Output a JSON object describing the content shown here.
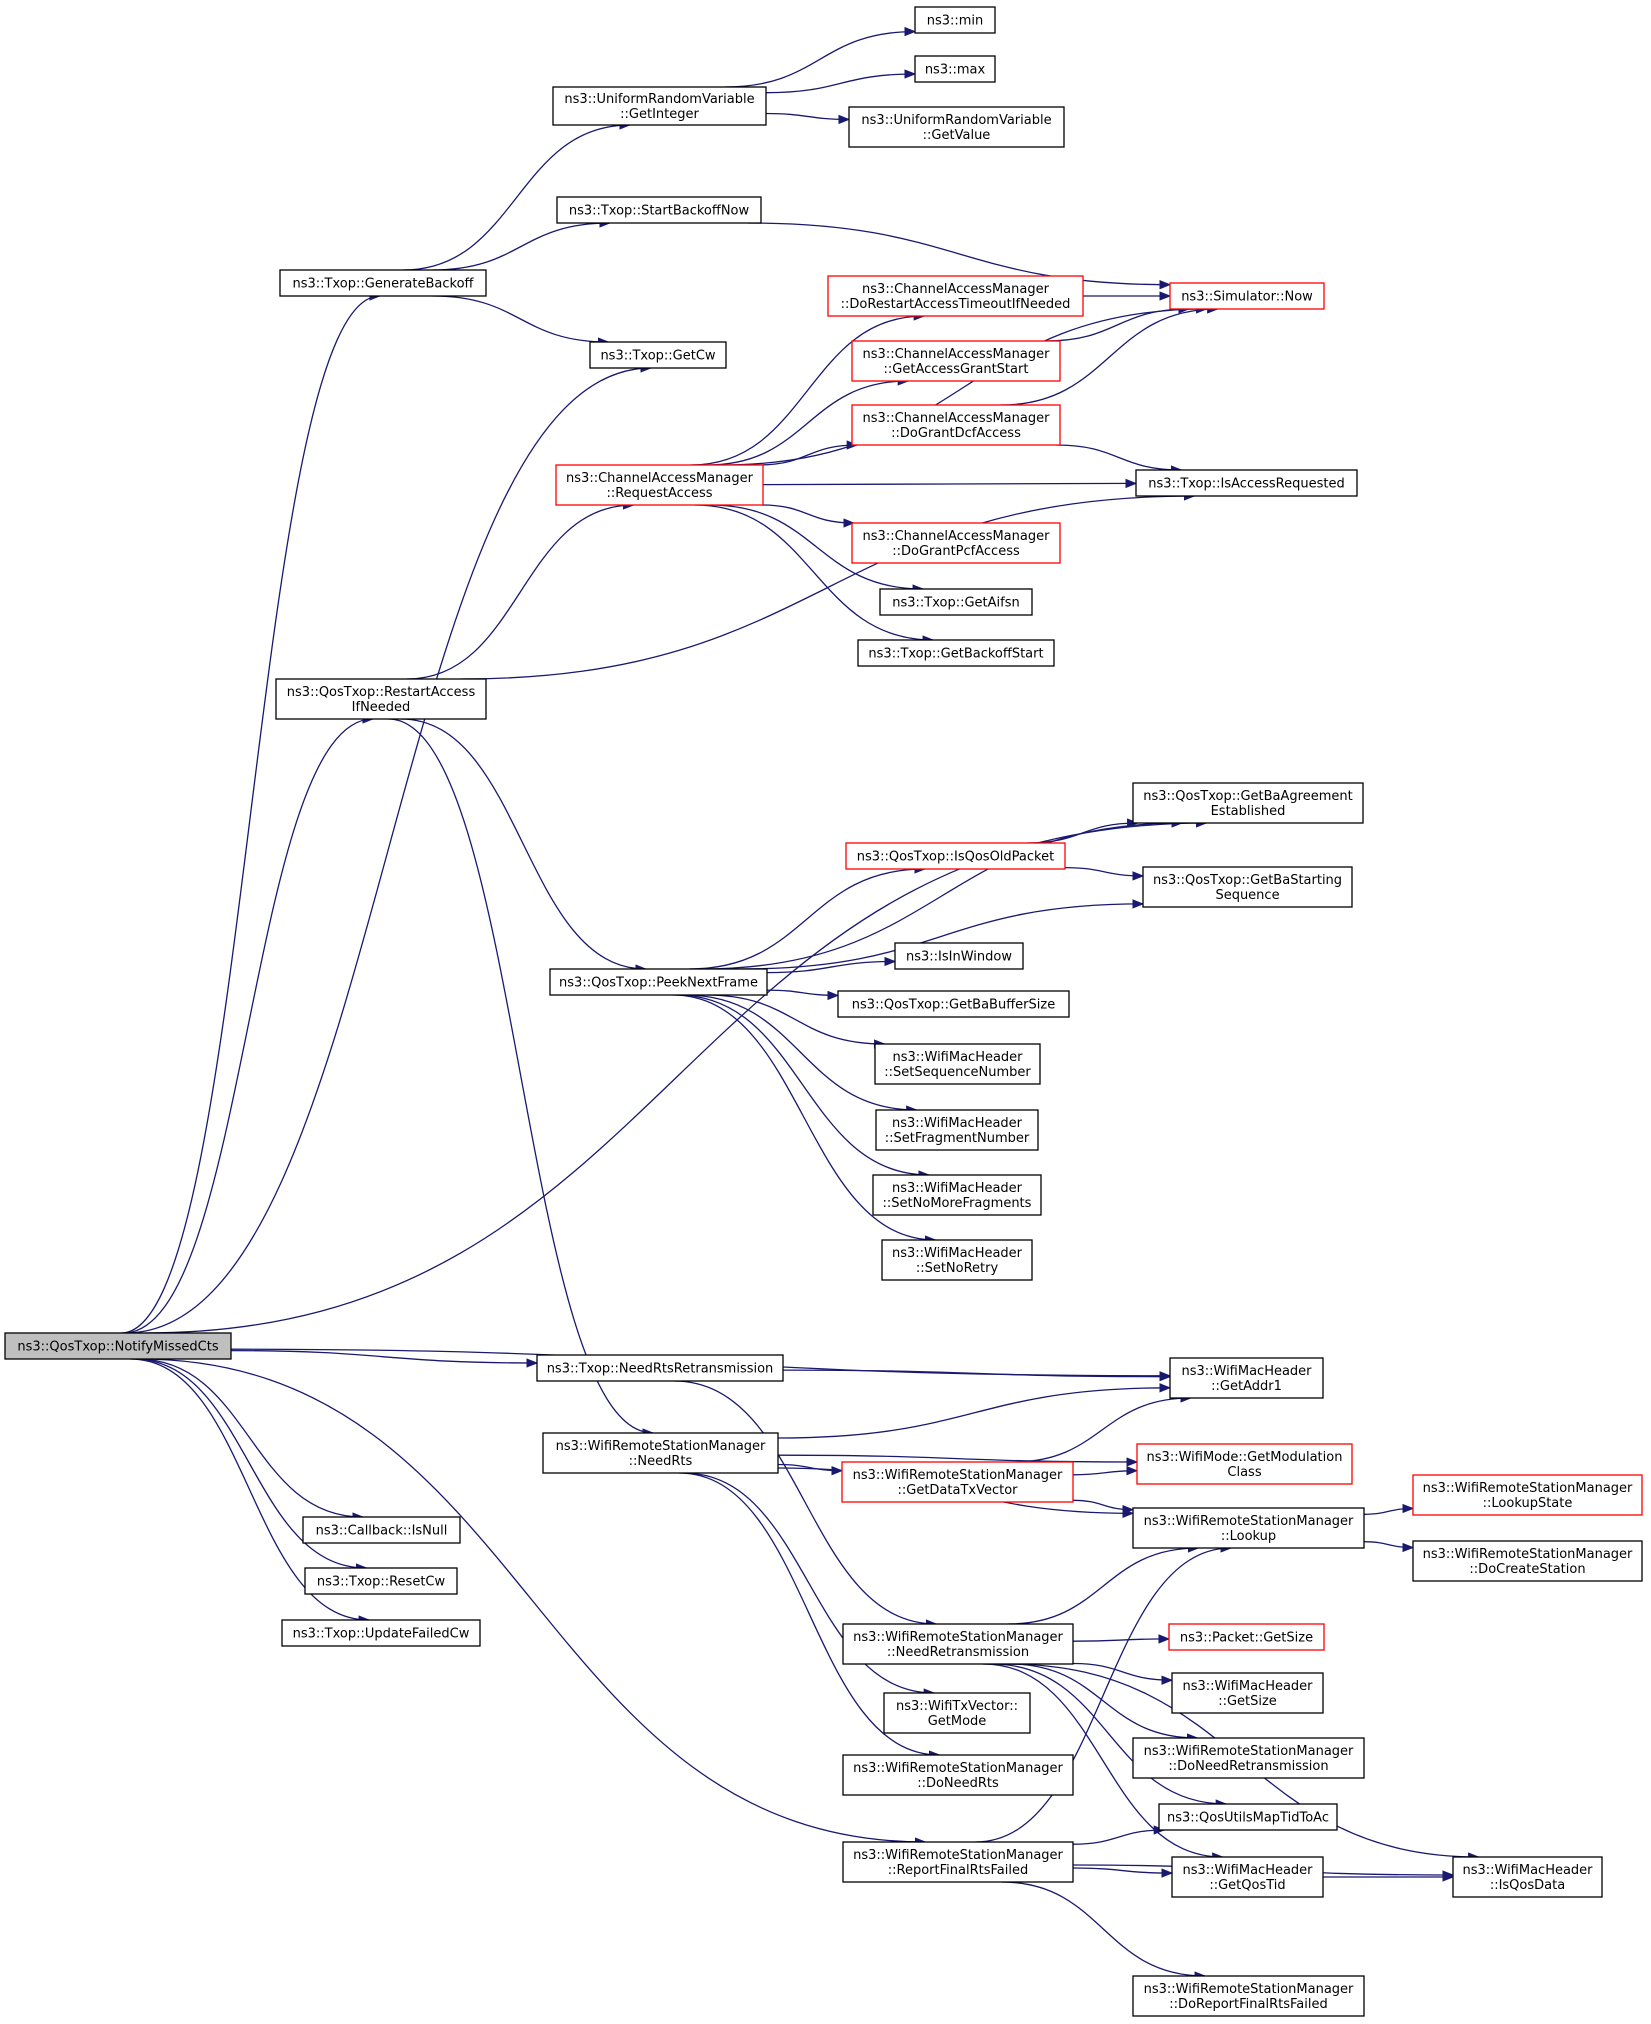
{
  "graph": {
    "nodes": [
      {
        "id": "root",
        "lines": [
          "ns3::QosTxop::NotifyMissedCts"
        ],
        "style": "root"
      },
      {
        "id": "genBackoff",
        "lines": [
          "ns3::Txop::GenerateBackoff"
        ],
        "style": "normal"
      },
      {
        "id": "uniGetInt",
        "lines": [
          "ns3::UniformRandomVariable",
          "::GetInteger"
        ],
        "style": "normal"
      },
      {
        "id": "min",
        "lines": [
          "ns3::min"
        ],
        "style": "normal"
      },
      {
        "id": "max",
        "lines": [
          "ns3::max"
        ],
        "style": "normal"
      },
      {
        "id": "uniGetVal",
        "lines": [
          "ns3::UniformRandomVariable",
          "::GetValue"
        ],
        "style": "normal"
      },
      {
        "id": "startBackoff",
        "lines": [
          "ns3::Txop::StartBackoffNow"
        ],
        "style": "normal"
      },
      {
        "id": "simNow",
        "lines": [
          "ns3::Simulator::Now"
        ],
        "style": "red"
      },
      {
        "id": "getCw",
        "lines": [
          "ns3::Txop::GetCw"
        ],
        "style": "normal"
      },
      {
        "id": "doRestart",
        "lines": [
          "ns3::ChannelAccessManager",
          "::DoRestartAccessTimeoutIfNeeded"
        ],
        "style": "red"
      },
      {
        "id": "getGrantStart",
        "lines": [
          "ns3::ChannelAccessManager",
          "::GetAccessGrantStart"
        ],
        "style": "red"
      },
      {
        "id": "doGrantDcf",
        "lines": [
          "ns3::ChannelAccessManager",
          "::DoGrantDcfAccess"
        ],
        "style": "red"
      },
      {
        "id": "reqAccess",
        "lines": [
          "ns3::ChannelAccessManager",
          "::RequestAccess"
        ],
        "style": "red"
      },
      {
        "id": "isAccessReq",
        "lines": [
          "ns3::Txop::IsAccessRequested"
        ],
        "style": "normal"
      },
      {
        "id": "doGrantPcf",
        "lines": [
          "ns3::ChannelAccessManager",
          "::DoGrantPcfAccess"
        ],
        "style": "red"
      },
      {
        "id": "getAifsn",
        "lines": [
          "ns3::Txop::GetAifsn"
        ],
        "style": "normal"
      },
      {
        "id": "getBackoffStart",
        "lines": [
          "ns3::Txop::GetBackoffStart"
        ],
        "style": "normal"
      },
      {
        "id": "restartAccess",
        "lines": [
          "ns3::QosTxop::RestartAccess",
          "IfNeeded"
        ],
        "style": "normal"
      },
      {
        "id": "getBaAgree",
        "lines": [
          "ns3::QosTxop::GetBaAgreement",
          "Established"
        ],
        "style": "normal"
      },
      {
        "id": "isQosOld",
        "lines": [
          "ns3::QosTxop::IsQosOldPacket"
        ],
        "style": "red"
      },
      {
        "id": "getBaStart",
        "lines": [
          "ns3::QosTxop::GetBaStarting",
          "Sequence"
        ],
        "style": "normal"
      },
      {
        "id": "peekNext",
        "lines": [
          "ns3::QosTxop::PeekNextFrame"
        ],
        "style": "normal"
      },
      {
        "id": "isInWindow",
        "lines": [
          "ns3::IsInWindow"
        ],
        "style": "normal"
      },
      {
        "id": "getBaBuf",
        "lines": [
          "ns3::QosTxop::GetBaBufferSize"
        ],
        "style": "normal"
      },
      {
        "id": "setSeq",
        "lines": [
          "ns3::WifiMacHeader",
          "::SetSequenceNumber"
        ],
        "style": "normal"
      },
      {
        "id": "setFrag",
        "lines": [
          "ns3::WifiMacHeader",
          "::SetFragmentNumber"
        ],
        "style": "normal"
      },
      {
        "id": "setNoMore",
        "lines": [
          "ns3::WifiMacHeader",
          "::SetNoMoreFragments"
        ],
        "style": "normal"
      },
      {
        "id": "setNoRetry",
        "lines": [
          "ns3::WifiMacHeader",
          "::SetNoRetry"
        ],
        "style": "normal"
      },
      {
        "id": "needRtsRetx",
        "lines": [
          "ns3::Txop::NeedRtsRetransmission"
        ],
        "style": "normal"
      },
      {
        "id": "getAddr1",
        "lines": [
          "ns3::WifiMacHeader",
          "::GetAddr1"
        ],
        "style": "normal"
      },
      {
        "id": "needRts",
        "lines": [
          "ns3::WifiRemoteStationManager",
          "::NeedRts"
        ],
        "style": "normal"
      },
      {
        "id": "getDataTx",
        "lines": [
          "ns3::WifiRemoteStationManager",
          "::GetDataTxVector"
        ],
        "style": "red"
      },
      {
        "id": "getModClass",
        "lines": [
          "ns3::WifiMode::GetModulation",
          "Class"
        ],
        "style": "red"
      },
      {
        "id": "lookup",
        "lines": [
          "ns3::WifiRemoteStationManager",
          "::Lookup"
        ],
        "style": "normal"
      },
      {
        "id": "lookupState",
        "lines": [
          "ns3::WifiRemoteStationManager",
          "::LookupState"
        ],
        "style": "red"
      },
      {
        "id": "doCreate",
        "lines": [
          "ns3::WifiRemoteStationManager",
          "::DoCreateStation"
        ],
        "style": "normal"
      },
      {
        "id": "cbIsNull",
        "lines": [
          "ns3::Callback::IsNull"
        ],
        "style": "normal"
      },
      {
        "id": "resetCw",
        "lines": [
          "ns3::Txop::ResetCw"
        ],
        "style": "normal"
      },
      {
        "id": "updFailedCw",
        "lines": [
          "ns3::Txop::UpdateFailedCw"
        ],
        "style": "normal"
      },
      {
        "id": "needRetx",
        "lines": [
          "ns3::WifiRemoteStationManager",
          "::NeedRetransmission"
        ],
        "style": "normal"
      },
      {
        "id": "pktGetSize",
        "lines": [
          "ns3::Packet::GetSize"
        ],
        "style": "red"
      },
      {
        "id": "hdrGetSize",
        "lines": [
          "ns3::WifiMacHeader",
          "::GetSize"
        ],
        "style": "normal"
      },
      {
        "id": "getMode",
        "lines": [
          "ns3::WifiTxVector::",
          "GetMode"
        ],
        "style": "normal"
      },
      {
        "id": "doNeedRetx",
        "lines": [
          "ns3::WifiRemoteStationManager",
          "::DoNeedRetransmission"
        ],
        "style": "normal"
      },
      {
        "id": "doNeedRts",
        "lines": [
          "ns3::WifiRemoteStationManager",
          "::DoNeedRts"
        ],
        "style": "normal"
      },
      {
        "id": "mapTid",
        "lines": [
          "ns3::QosUtilsMapTidToAc"
        ],
        "style": "normal"
      },
      {
        "id": "reportFinal",
        "lines": [
          "ns3::WifiRemoteStationManager",
          "::ReportFinalRtsFailed"
        ],
        "style": "normal"
      },
      {
        "id": "getQosTid",
        "lines": [
          "ns3::WifiMacHeader",
          "::GetQosTid"
        ],
        "style": "normal"
      },
      {
        "id": "isQosData",
        "lines": [
          "ns3::WifiMacHeader",
          "::IsQosData"
        ],
        "style": "normal"
      },
      {
        "id": "doReportFinal",
        "lines": [
          "ns3::WifiRemoteStationManager",
          "::DoReportFinalRtsFailed"
        ],
        "style": "normal"
      }
    ],
    "edges": [
      [
        "root",
        "genBackoff"
      ],
      [
        "root",
        "getCw"
      ],
      [
        "root",
        "restartAccess"
      ],
      [
        "root",
        "getBaAgree"
      ],
      [
        "root",
        "getAddr1"
      ],
      [
        "root",
        "needRtsRetx"
      ],
      [
        "root",
        "cbIsNull"
      ],
      [
        "root",
        "resetCw"
      ],
      [
        "root",
        "updFailedCw"
      ],
      [
        "root",
        "reportFinal"
      ],
      [
        "genBackoff",
        "uniGetInt"
      ],
      [
        "genBackoff",
        "startBackoff"
      ],
      [
        "genBackoff",
        "getCw"
      ],
      [
        "uniGetInt",
        "min"
      ],
      [
        "uniGetInt",
        "max"
      ],
      [
        "uniGetInt",
        "uniGetVal"
      ],
      [
        "startBackoff",
        "simNow"
      ],
      [
        "reqAccess",
        "simNow"
      ],
      [
        "reqAccess",
        "doRestart"
      ],
      [
        "reqAccess",
        "getGrantStart"
      ],
      [
        "reqAccess",
        "doGrantDcf"
      ],
      [
        "reqAccess",
        "isAccessReq"
      ],
      [
        "reqAccess",
        "doGrantPcf"
      ],
      [
        "reqAccess",
        "getAifsn"
      ],
      [
        "reqAccess",
        "getBackoffStart"
      ],
      [
        "doRestart",
        "simNow"
      ],
      [
        "getGrantStart",
        "simNow"
      ],
      [
        "doGrantDcf",
        "simNow"
      ],
      [
        "doGrantDcf",
        "isAccessReq"
      ],
      [
        "restartAccess",
        "reqAccess"
      ],
      [
        "restartAccess",
        "isAccessReq"
      ],
      [
        "restartAccess",
        "peekNext"
      ],
      [
        "restartAccess",
        "needRts"
      ],
      [
        "peekNext",
        "getBaAgree"
      ],
      [
        "peekNext",
        "isQosOld"
      ],
      [
        "peekNext",
        "getBaStart"
      ],
      [
        "peekNext",
        "isInWindow"
      ],
      [
        "peekNext",
        "getBaBuf"
      ],
      [
        "peekNext",
        "setSeq"
      ],
      [
        "peekNext",
        "setFrag"
      ],
      [
        "peekNext",
        "setNoMore"
      ],
      [
        "peekNext",
        "setNoRetry"
      ],
      [
        "isQosOld",
        "getBaAgree"
      ],
      [
        "isQosOld",
        "getBaStart"
      ],
      [
        "needRtsRetx",
        "getAddr1"
      ],
      [
        "needRtsRetx",
        "needRetx"
      ],
      [
        "needRts",
        "getAddr1"
      ],
      [
        "needRts",
        "getDataTx"
      ],
      [
        "needRts",
        "getModClass"
      ],
      [
        "needRts",
        "lookup"
      ],
      [
        "needRts",
        "getMode"
      ],
      [
        "needRts",
        "doNeedRts"
      ],
      [
        "getDataTx",
        "getAddr1"
      ],
      [
        "getDataTx",
        "getModClass"
      ],
      [
        "getDataTx",
        "lookup"
      ],
      [
        "lookup",
        "lookupState"
      ],
      [
        "lookup",
        "doCreate"
      ],
      [
        "needRetx",
        "lookup"
      ],
      [
        "needRetx",
        "pktGetSize"
      ],
      [
        "needRetx",
        "hdrGetSize"
      ],
      [
        "needRetx",
        "doNeedRetx"
      ],
      [
        "needRetx",
        "mapTid"
      ],
      [
        "needRetx",
        "getQosTid"
      ],
      [
        "needRetx",
        "isQosData"
      ],
      [
        "reportFinal",
        "lookup"
      ],
      [
        "reportFinal",
        "mapTid"
      ],
      [
        "reportFinal",
        "getQosTid"
      ],
      [
        "reportFinal",
        "isQosData"
      ],
      [
        "reportFinal",
        "doReportFinal"
      ],
      [
        "getQosTid",
        "isQosData"
      ]
    ]
  }
}
